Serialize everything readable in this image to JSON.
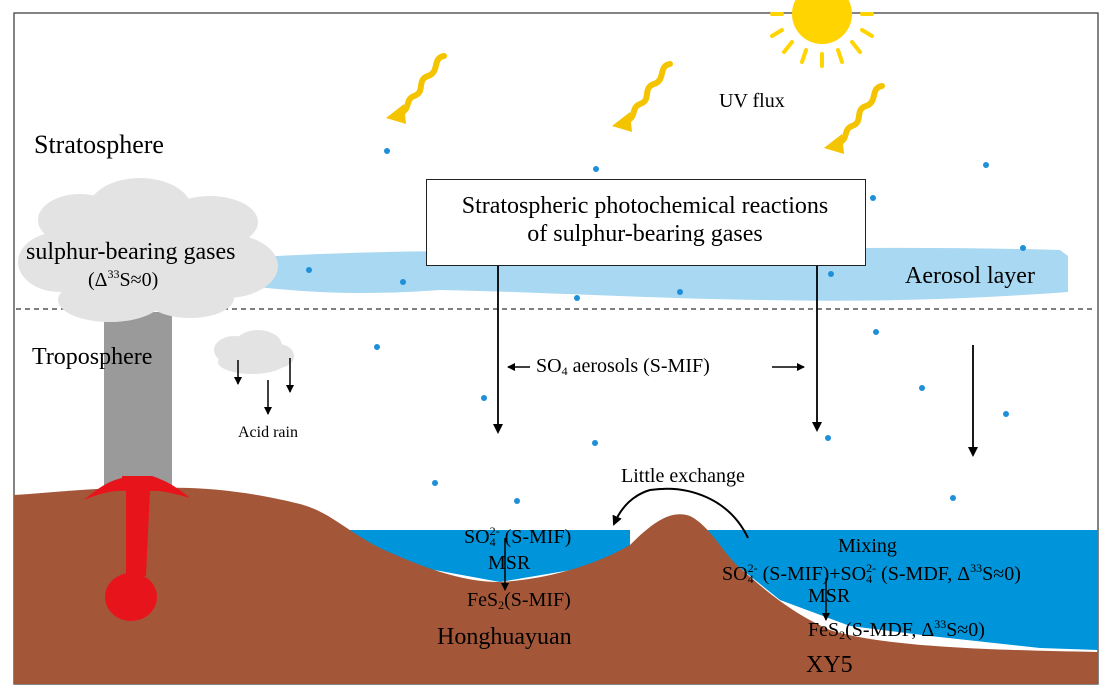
{
  "labels": {
    "stratosphere": "Stratosphere",
    "troposphere": "Troposphere",
    "uv_flux": "UV flux",
    "aerosol_layer": "Aerosol layer",
    "box_line1": "Stratospheric photochemical reactions",
    "box_line2": "of sulphur-bearing gases",
    "gases": "sulphur-bearing gases",
    "gases_delta_pre": "(Δ",
    "gases_delta_sup": "33",
    "gases_delta_post": "S≈0)",
    "so4_aerosols_pre": "SO",
    "so4_aerosols_sub": "4",
    "so4_aerosols_post": " aerosols (S-MIF)",
    "acid_rain": "Acid rain",
    "little_exchange": "Little exchange",
    "honghuayuan": "Honghuayuan",
    "xy5": "XY5",
    "mixing": "Mixing",
    "left_so4_pre": "SO",
    "left_so4_sub": "4",
    "left_so4_sup": "2-",
    "left_so4_post": " (S-MIF)",
    "left_msr": "MSR",
    "left_fes2_pre": "FeS",
    "left_fes2_sub": "2",
    "left_fes2_post": "(S-MIF)",
    "right_so4a_pre": "SO",
    "right_so4a_sub": "4",
    "right_so4a_sup": "2-",
    "right_so4a_mid": " (S-MIF)+SO",
    "right_so4b_sub": "4",
    "right_so4b_sup": "2-",
    "right_so4b_mid": " (S-MDF, Δ",
    "right_so4b_sup2": "33",
    "right_so4b_post": "S≈0)",
    "right_msr": "MSR",
    "right_fes2_pre": "FeS",
    "right_fes2_sub": "2",
    "right_fes2_mid": "(S-MDF, Δ",
    "right_fes2_sup": "33",
    "right_fes2_post": "S≈0)"
  },
  "colors": {
    "sun": "#FFD400",
    "uv_arrow": "#F5C400",
    "aerosol_band": "#A9D8F2",
    "droplet": "#1E8FD8",
    "cloud": "#E3E3E3",
    "volcanic_column": "#9A9A9A",
    "magma": "#E8141C",
    "land": "#A35738",
    "sea": "#0095DA"
  }
}
